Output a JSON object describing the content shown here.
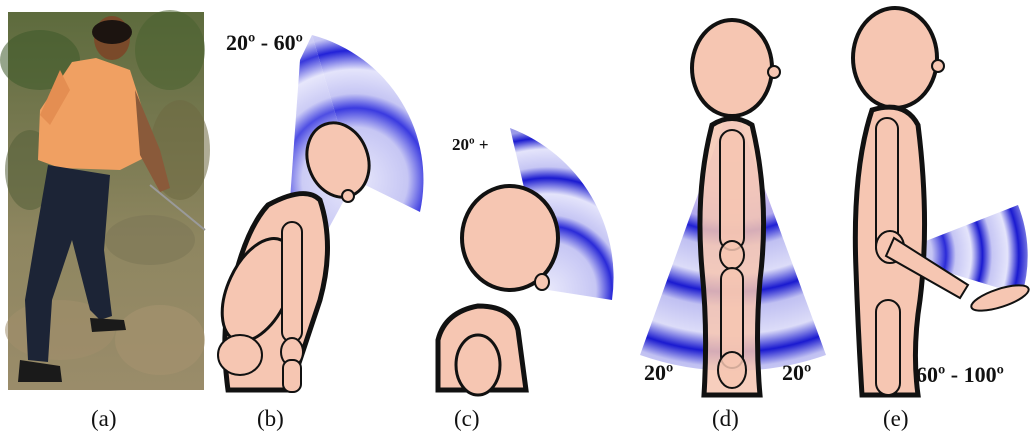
{
  "panels": [
    {
      "caption": "(a)"
    },
    {
      "caption": "(b)",
      "angle_label": "20º - 60º"
    },
    {
      "caption": "(c)",
      "angle_label": "20º +"
    },
    {
      "caption": "(d)",
      "left_label": "20º",
      "right_label": "20º"
    },
    {
      "caption": "(e)",
      "angle_label": "60º - 100º"
    }
  ],
  "colors": {
    "skin": "#f6c6b2",
    "outline": "#111111",
    "band_dark": "#1a1ad6",
    "band_light": "#ccccf2"
  }
}
